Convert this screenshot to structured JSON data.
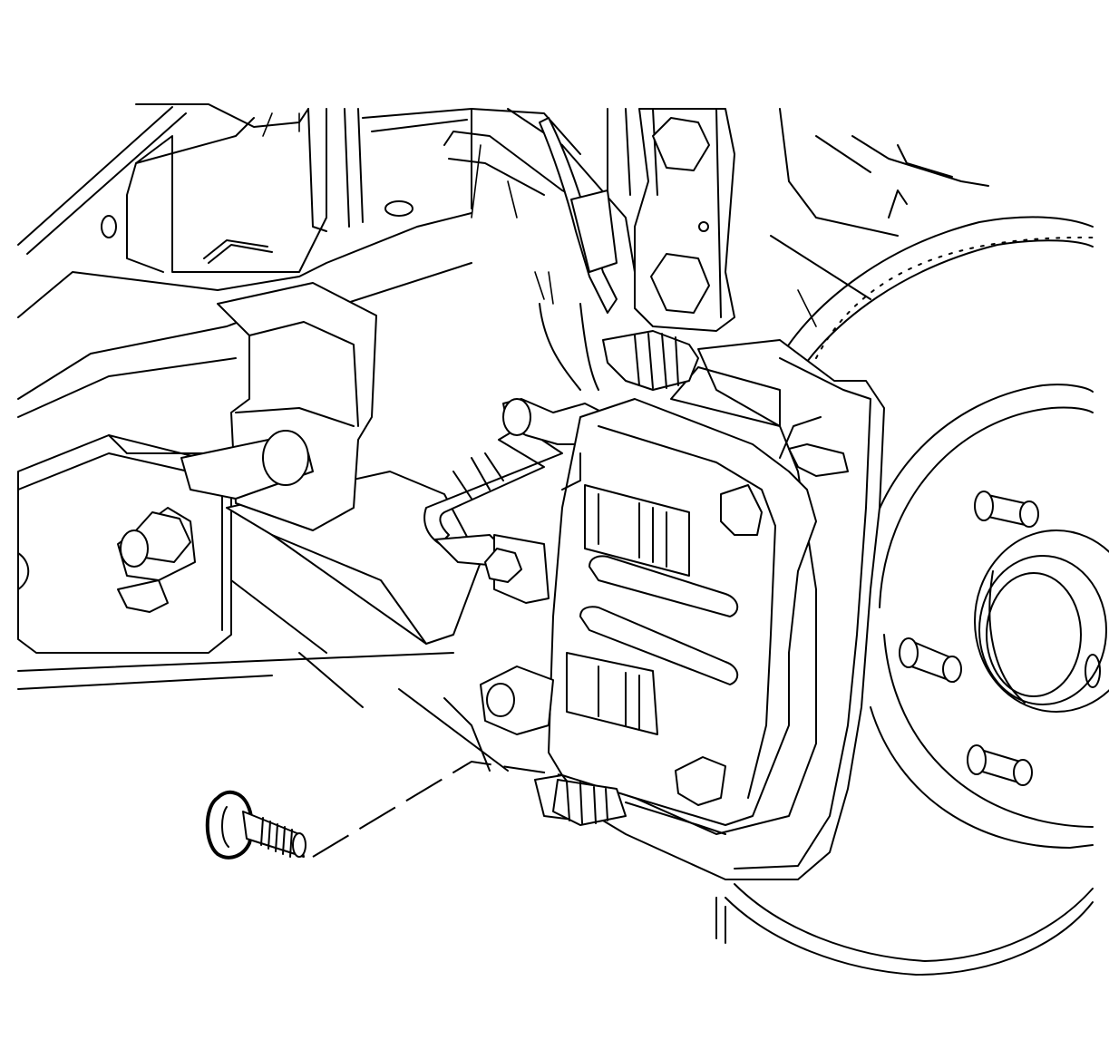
{
  "illustration": {
    "parts": [
      "lower-control-arm",
      "stabilizer-link",
      "brake-rotor",
      "wheel-hub",
      "wheel-studs",
      "brake-caliper",
      "caliper-mounting-bracket",
      "brake-hose",
      "steering-knuckle",
      "caliper-mounting-bolt",
      "frame-member"
    ],
    "line_color": "#000000",
    "background_color": "#ffffff"
  }
}
